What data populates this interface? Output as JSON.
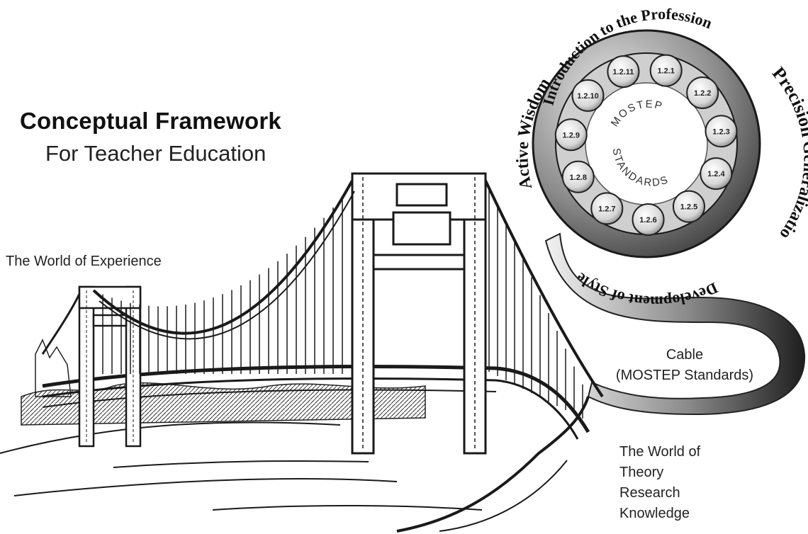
{
  "title": "Conceptual Framework",
  "subtitle": "For Teacher Education",
  "labels": {
    "world_experience": "The World of Experience",
    "cable_line1": "Cable",
    "cable_line2": "(MOSTEP Standards)",
    "theory_lines": [
      "The World of",
      "Theory",
      "Research",
      "Knowledge"
    ]
  },
  "ring": {
    "center_top": "MOSTEP",
    "center_bottom": "STANDARDS",
    "standards": [
      "1.2.1",
      "1.2.2",
      "1.2.3",
      "1.2.4",
      "1.2.5",
      "1.2.6",
      "1.2.7",
      "1.2.8",
      "1.2.9",
      "1.2.10",
      "1.2.11"
    ],
    "arc_labels": [
      "Introduction to the Profession",
      "Precision",
      "Generalization",
      "Development of Style",
      "Active Wisdom"
    ]
  },
  "colors": {
    "ink": "#1a1a1a",
    "ring_dark": "#4a4a4a",
    "ring_light": "#d9d9d9",
    "background": "#ffffff"
  }
}
